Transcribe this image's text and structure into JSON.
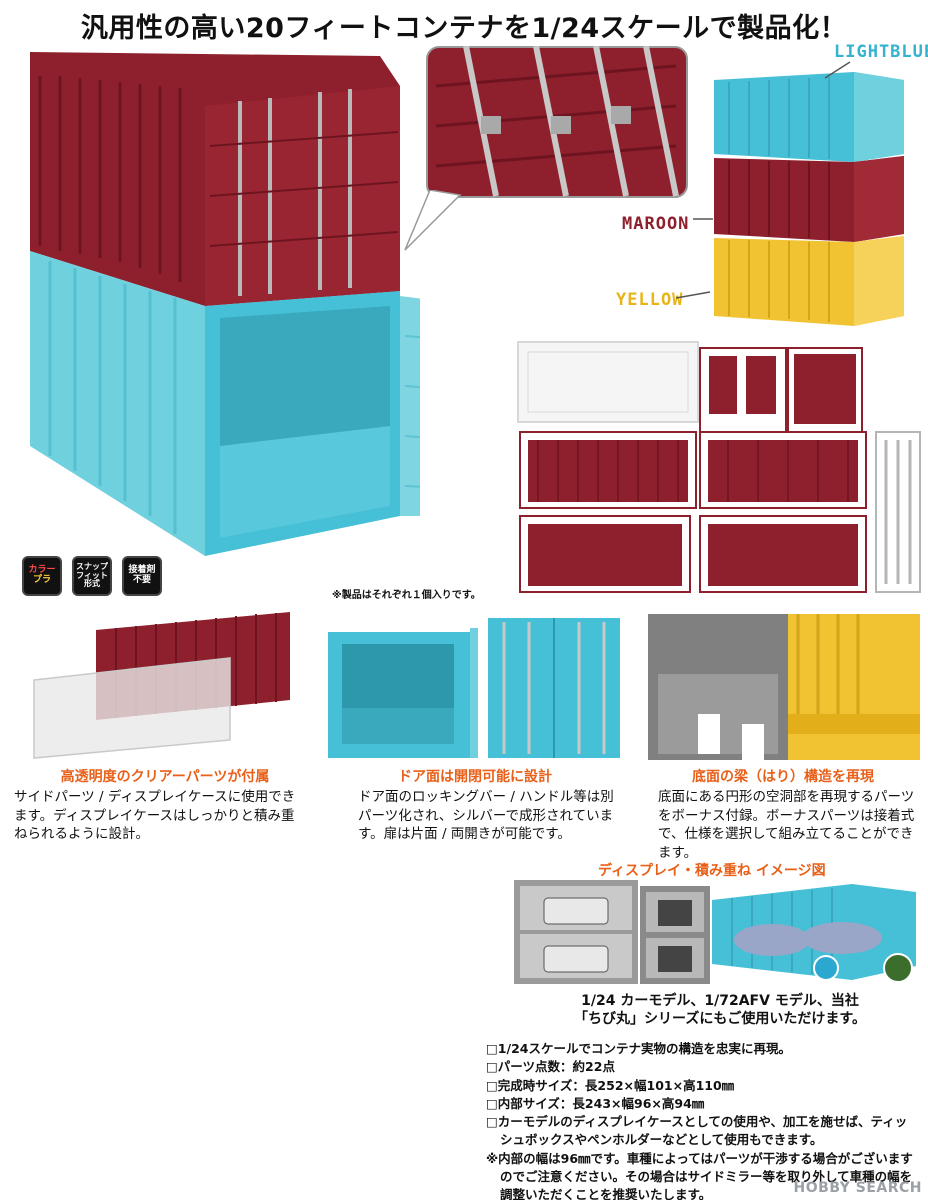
{
  "title": "汎用性の高い20フィートコンテナを1/24スケールで製品化！",
  "colors": {
    "maroon": "#8e1f2c",
    "maroon_dark": "#6e1420",
    "light_blue": "#45c0d6",
    "light_blue_pale": "#7fd6e2",
    "yellow": "#f1c232",
    "accent_orange": "#e8601a",
    "gray": "#7d7d7d"
  },
  "color_labels": {
    "light_blue": "LIGHTBLUE",
    "maroon": "MAROON",
    "yellow": "YELLOW"
  },
  "note": "※製品はそれぞれ１個入りです。",
  "badges": [
    {
      "lines": [
        "カラー",
        "プラ"
      ]
    },
    {
      "lines": [
        "スナップ",
        "フィット",
        "形式"
      ]
    },
    {
      "lines": [
        "接着剤",
        "不要"
      ]
    }
  ],
  "features": [
    {
      "heading": "高透明度のクリアーパーツが付属",
      "body": "サイドパーツ / ディスプレイケースに使用できます。ディスプレイケースはしっかりと積み重ねられるように設計。"
    },
    {
      "heading": "ドア面は開閉可能に設計",
      "body": "ドア面のロッキングバー / ハンドル等は別パーツ化され、シルバーで成形されています。扉は片面 / 両開きが可能です。"
    },
    {
      "heading": "底面の梁（はり）構造を再現",
      "body": "底面にある円形の空洞部を再現するパーツをボーナス付録。ボーナスパーツは接着式で、仕様を選択して組み立てることができます。"
    }
  ],
  "display": {
    "heading": "ディスプレイ・積み重ね イメージ図",
    "caption_line1": "1/24 カーモデル、1/72AFV モデル、当社",
    "caption_line2": "「ちび丸」シリーズにもご使用いただけます。"
  },
  "specs": [
    "□1/24スケールでコンテナ実物の構造を忠実に再現。",
    "□パーツ点数：約22点",
    "□完成時サイズ：長252×幅101×高110㎜",
    "□内部サイズ：長243×幅96×高94㎜",
    "□カーモデルのディスプレイケースとしての使用や、加工を施せば、ティッ",
    "シュボックスやペンホルダーなどとして使用もできます。",
    "※内部の幅は96㎜です。車種によってはパーツが干渉する場合がございます",
    "のでご注意ください。その場合はサイドミラー等を取り外して車種の幅を",
    "調整いただくことを推奨いたします。"
  ],
  "watermark": "HOBBY SEARCH"
}
